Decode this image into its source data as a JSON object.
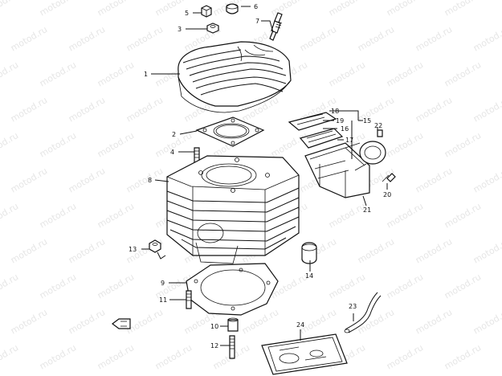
{
  "watermark": {
    "text": "motod.ru"
  },
  "callouts": [
    {
      "id": "c1",
      "label": "1"
    },
    {
      "id": "c2",
      "label": "2"
    },
    {
      "id": "c3",
      "label": "3"
    },
    {
      "id": "c4",
      "label": "4"
    },
    {
      "id": "c5",
      "label": "5"
    },
    {
      "id": "c6",
      "label": "6"
    },
    {
      "id": "c7",
      "label": "7"
    },
    {
      "id": "c8",
      "label": "8"
    },
    {
      "id": "c9",
      "label": "9"
    },
    {
      "id": "c10",
      "label": "10"
    },
    {
      "id": "c11",
      "label": "11"
    },
    {
      "id": "c12",
      "label": "12"
    },
    {
      "id": "c13",
      "label": "13"
    },
    {
      "id": "c14",
      "label": "14"
    },
    {
      "id": "c15",
      "label": "15"
    },
    {
      "id": "c16",
      "label": "16"
    },
    {
      "id": "c17",
      "label": "17"
    },
    {
      "id": "c18",
      "label": "18"
    },
    {
      "id": "c19",
      "label": "19"
    },
    {
      "id": "c20",
      "label": "20"
    },
    {
      "id": "c21",
      "label": "21"
    },
    {
      "id": "c22",
      "label": "22"
    },
    {
      "id": "c23",
      "label": "23"
    },
    {
      "id": "c24",
      "label": "24"
    }
  ]
}
